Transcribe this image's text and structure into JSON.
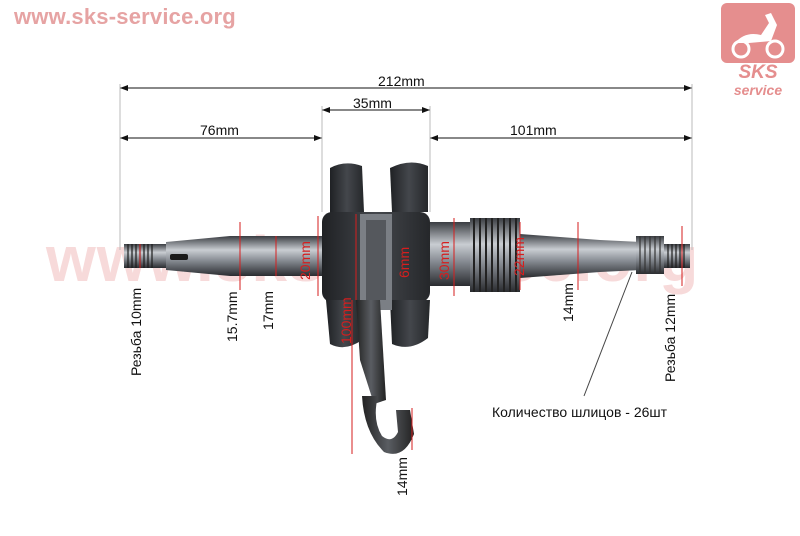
{
  "watermark": {
    "site": "www.sks-service.org",
    "center": "www.sks-service.org",
    "logo_line1": "SKS",
    "logo_line2": "service"
  },
  "dimensions": {
    "total_length": "212mm",
    "center_width": "35mm",
    "left_length": "76mm",
    "right_length": "101mm",
    "left_thread": "Резьба 10mm",
    "left_shaft_dia1": "15.7mm",
    "left_shaft_dia2": "17mm",
    "left_bearing_dia": "20mm",
    "crankpin": "6mm",
    "right_bearing_dia": "30mm",
    "right_shaft_dia": "22mm",
    "right_shaft_small": "14mm",
    "right_thread": "Резьба 12mm",
    "rod_length": "100mm",
    "small_end": "14mm"
  },
  "note": {
    "splines": "Количество шлицов - 26шт"
  },
  "colors": {
    "dimension_line": "#111111",
    "red_marker": "#d61e1e",
    "metal_dark": "#2d2f33",
    "metal_light": "#9da2a8"
  }
}
